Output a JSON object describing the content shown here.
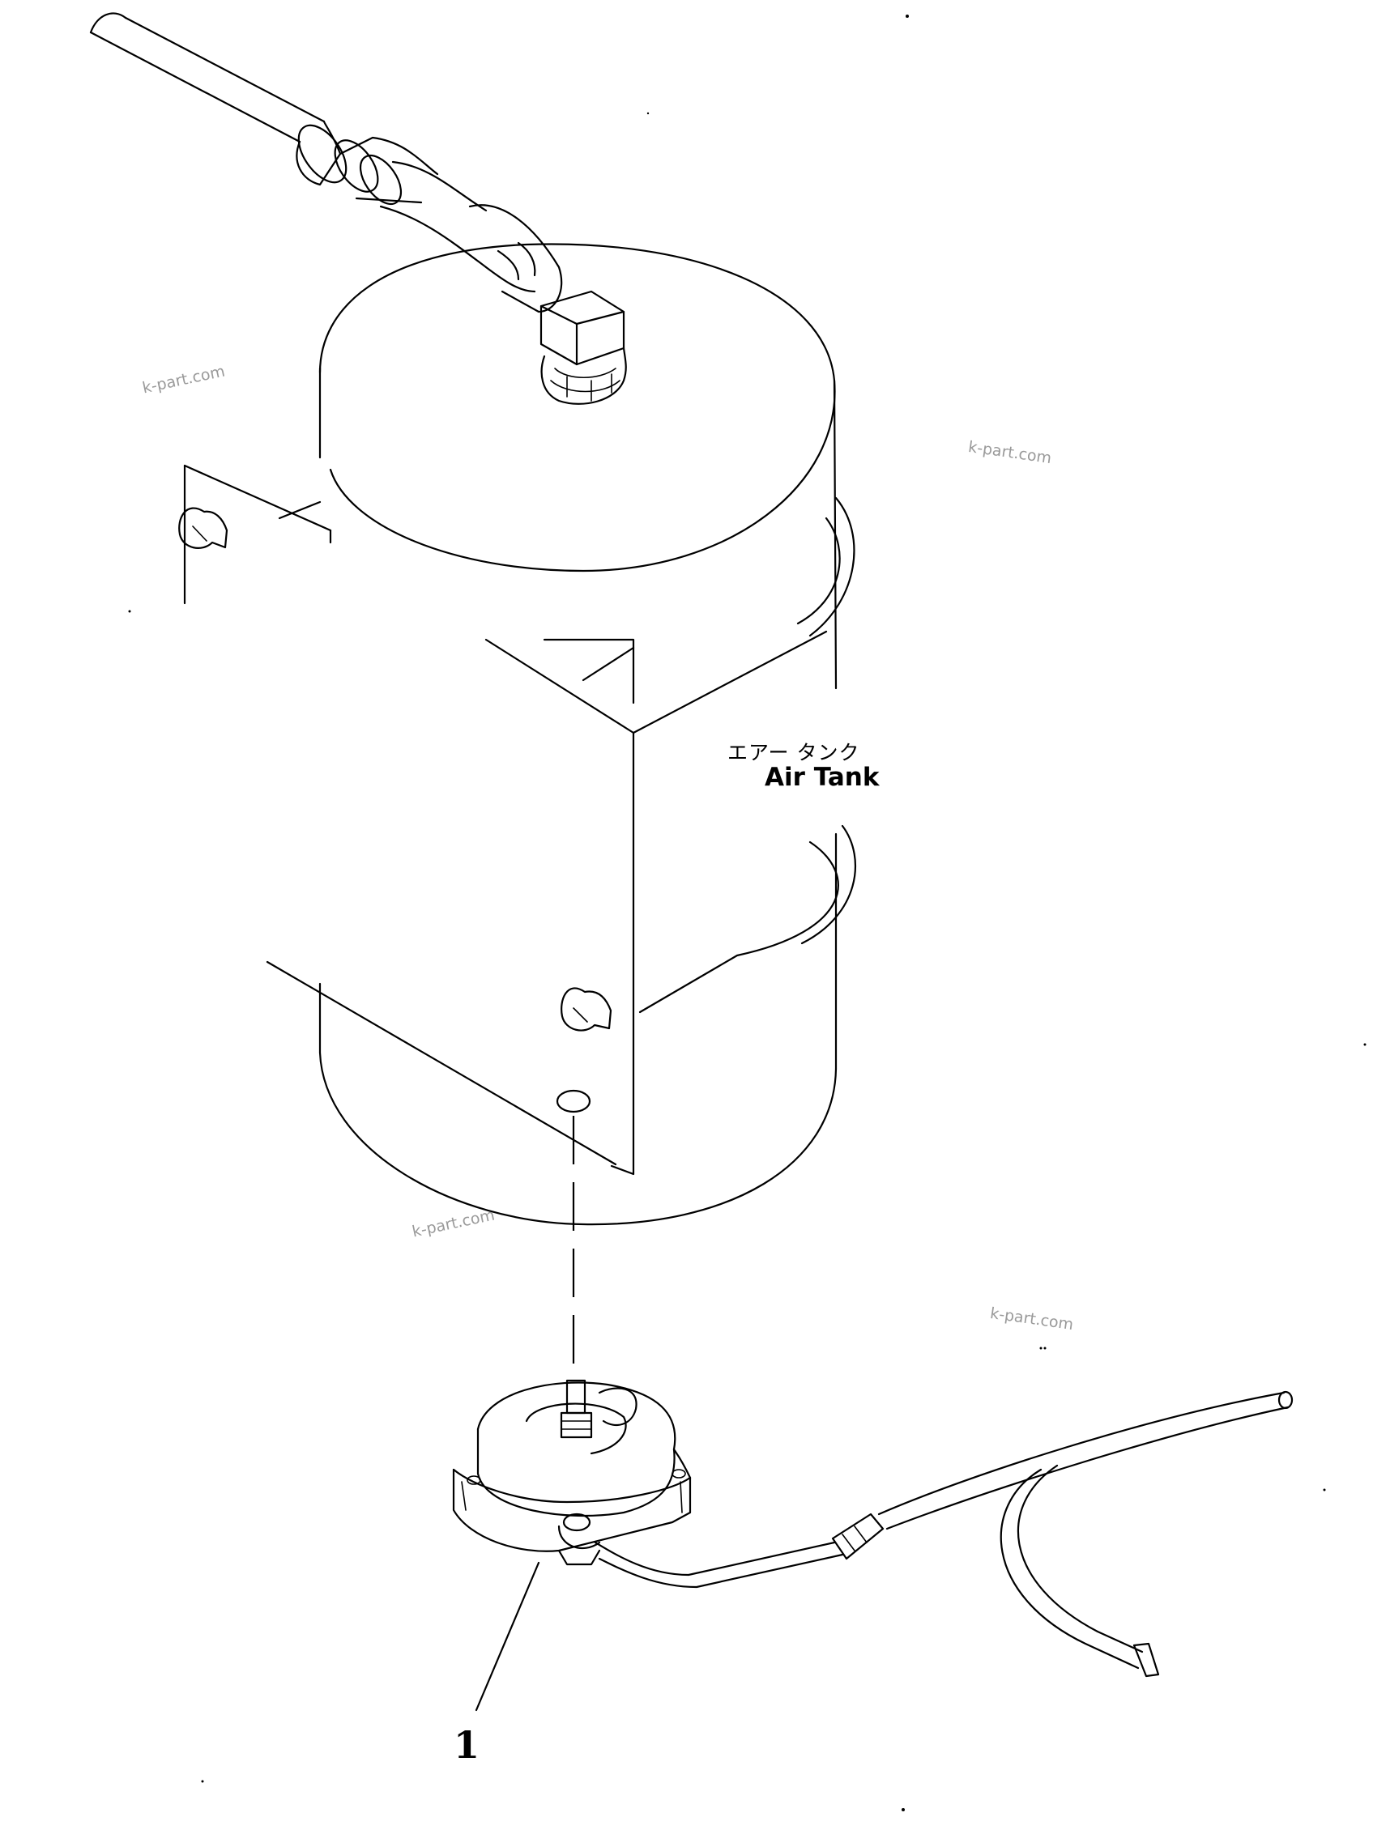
{
  "labels": {
    "part_name_jp": "エアー タンク",
    "part_name_en": "Air Tank",
    "callout_number": "1"
  },
  "watermarks": [
    "k-part.com",
    "k-part.com",
    "k-part.com",
    "k-part.com"
  ],
  "colors": {
    "ink": "#000000",
    "watermark": "#9a9a9a",
    "background": "#ffffff"
  }
}
